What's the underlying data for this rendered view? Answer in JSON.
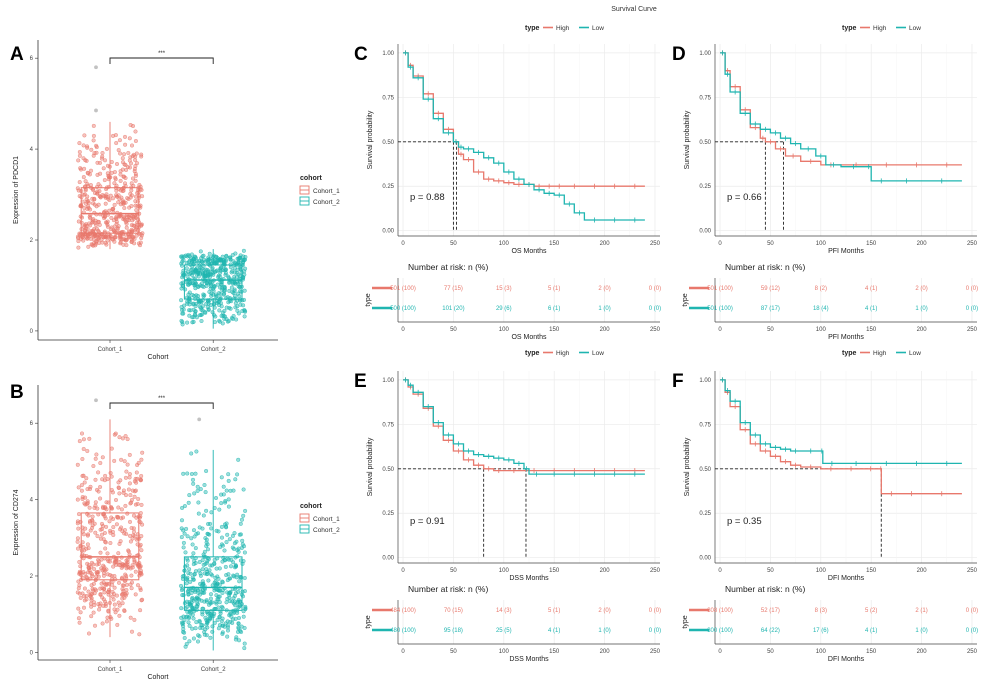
{
  "figure_title": "Survival Curve",
  "colors": {
    "high": "#e8786c",
    "low": "#1fb5b0",
    "cohort1": "#e8786c",
    "cohort2": "#1fb5b0",
    "grid": "#ebebeb",
    "axis": "#555555"
  },
  "chart_data": [
    {
      "id": "A",
      "type": "box",
      "letter": "A",
      "categories": [
        "Cohort_1",
        "Cohort_2"
      ],
      "xlabel": "Cohort",
      "ylabel": "Expression of PDCD1",
      "ylim": [
        -0.2,
        6.4
      ],
      "yticks": [
        0,
        2,
        4,
        6
      ],
      "significance": "***",
      "legend": {
        "title": "cohort",
        "items": [
          "Cohort_1",
          "Cohort_2"
        ]
      },
      "boxes": [
        {
          "category": "Cohort_1",
          "min": 1.8,
          "q1": 2.15,
          "median": 2.58,
          "q3": 3.15,
          "max": 4.6,
          "outliers": [
            4.85,
            5.8
          ]
        },
        {
          "category": "Cohort_2",
          "min": 0.05,
          "q1": 0.7,
          "median": 1.12,
          "q3": 1.45,
          "max": 1.8,
          "outliers": []
        }
      ]
    },
    {
      "id": "B",
      "type": "box",
      "letter": "B",
      "categories": [
        "Cohort_1",
        "Cohort_2"
      ],
      "xlabel": "Cohort",
      "ylabel": "Expression of CD274",
      "ylim": [
        -0.2,
        7.0
      ],
      "yticks": [
        0,
        2,
        4,
        6
      ],
      "significance": "***",
      "legend": {
        "title": "cohort",
        "items": [
          "Cohort_1",
          "Cohort_2"
        ]
      },
      "boxes": [
        {
          "category": "Cohort_1",
          "min": 0.4,
          "q1": 1.9,
          "median": 2.5,
          "q3": 3.65,
          "max": 6.1,
          "outliers": [
            6.6
          ]
        },
        {
          "category": "Cohort_2",
          "min": 0.05,
          "q1": 1.1,
          "median": 1.7,
          "q3": 2.5,
          "max": 5.3,
          "outliers": [
            6.1
          ]
        }
      ]
    },
    {
      "id": "C",
      "type": "line",
      "letter": "C",
      "legend": {
        "title": "type",
        "items": [
          "High",
          "Low"
        ]
      },
      "xlabel": "OS Months",
      "ylabel": "Survival probability",
      "xlim": [
        -5,
        255
      ],
      "ylim": [
        -0.03,
        1.05
      ],
      "xticks": [
        0,
        50,
        100,
        150,
        200,
        250
      ],
      "yticks": [
        0.0,
        0.25,
        0.5,
        0.75,
        1.0
      ],
      "pvalue": "p = 0.88",
      "median": [
        {
          "x": 50,
          "series": "High"
        },
        {
          "x": 53,
          "series": "Low"
        }
      ],
      "series": [
        {
          "name": "High",
          "x": [
            0,
            5,
            10,
            20,
            30,
            40,
            50,
            55,
            60,
            70,
            80,
            90,
            100,
            110,
            120,
            130,
            140,
            150,
            160,
            180,
            200,
            220,
            240
          ],
          "y": [
            1.0,
            0.93,
            0.87,
            0.77,
            0.66,
            0.57,
            0.5,
            0.43,
            0.4,
            0.33,
            0.29,
            0.28,
            0.27,
            0.26,
            0.26,
            0.25,
            0.25,
            0.25,
            0.25,
            0.25,
            0.25,
            0.25,
            0.25
          ]
        },
        {
          "name": "Low",
          "x": [
            0,
            5,
            10,
            20,
            30,
            40,
            50,
            55,
            60,
            70,
            80,
            90,
            100,
            110,
            120,
            130,
            140,
            150,
            160,
            170,
            180,
            200,
            220,
            240
          ],
          "y": [
            1.0,
            0.92,
            0.86,
            0.74,
            0.63,
            0.55,
            0.5,
            0.47,
            0.46,
            0.44,
            0.41,
            0.38,
            0.33,
            0.29,
            0.26,
            0.23,
            0.21,
            0.2,
            0.15,
            0.1,
            0.06,
            0.06,
            0.06,
            0.06
          ]
        }
      ],
      "risk_table": {
        "title": "Number at risk: n (%)",
        "row_label": "type",
        "xlabel": "OS Months",
        "times": [
          0,
          50,
          100,
          150,
          200,
          250
        ],
        "rows": [
          {
            "series": "High",
            "values": [
              "501 (100)",
              "77 (15)",
              "15 (3)",
              "5 (1)",
              "2 (0)",
              "0 (0)"
            ]
          },
          {
            "series": "Low",
            "values": [
              "500 (100)",
              "101 (20)",
              "29 (6)",
              "6 (1)",
              "1 (0)",
              "0 (0)"
            ]
          }
        ]
      }
    },
    {
      "id": "D",
      "type": "line",
      "letter": "D",
      "legend": {
        "title": "type",
        "items": [
          "High",
          "Low"
        ]
      },
      "xlabel": "PFI Months",
      "ylabel": "Survival probability",
      "xlim": [
        -5,
        255
      ],
      "ylim": [
        -0.03,
        1.05
      ],
      "xticks": [
        0,
        50,
        100,
        150,
        200,
        250
      ],
      "yticks": [
        0.0,
        0.25,
        0.5,
        0.75,
        1.0
      ],
      "pvalue": "p = 0.66",
      "median": [
        {
          "x": 45,
          "series": "High"
        },
        {
          "x": 63,
          "series": "Low"
        }
      ],
      "series": [
        {
          "name": "High",
          "x": [
            0,
            5,
            10,
            20,
            30,
            40,
            45,
            55,
            65,
            80,
            100,
            120,
            150,
            180,
            210,
            240
          ],
          "y": [
            1.0,
            0.9,
            0.81,
            0.68,
            0.58,
            0.52,
            0.5,
            0.46,
            0.42,
            0.39,
            0.37,
            0.37,
            0.37,
            0.37,
            0.37,
            0.37
          ]
        },
        {
          "name": "Low",
          "x": [
            0,
            5,
            10,
            20,
            30,
            40,
            50,
            60,
            70,
            80,
            95,
            105,
            120,
            145,
            150,
            170,
            200,
            240
          ],
          "y": [
            1.0,
            0.88,
            0.78,
            0.66,
            0.6,
            0.57,
            0.55,
            0.52,
            0.49,
            0.46,
            0.42,
            0.37,
            0.36,
            0.36,
            0.28,
            0.28,
            0.28,
            0.28
          ]
        }
      ],
      "risk_table": {
        "title": "Number at risk: n (%)",
        "row_label": "type",
        "xlabel": "PFI Months",
        "times": [
          0,
          50,
          100,
          150,
          200,
          250
        ],
        "rows": [
          {
            "series": "High",
            "values": [
              "501 (100)",
              "59 (12)",
              "8 (2)",
              "4 (1)",
              "2 (0)",
              "0 (0)"
            ]
          },
          {
            "series": "Low",
            "values": [
              "501 (100)",
              "87 (17)",
              "18 (4)",
              "4 (1)",
              "1 (0)",
              "0 (0)"
            ]
          }
        ]
      }
    },
    {
      "id": "E",
      "type": "line",
      "letter": "E",
      "legend": {
        "title": "type",
        "items": [
          "High",
          "Low"
        ]
      },
      "xlabel": "DSS Months",
      "ylabel": "Survival probability",
      "xlim": [
        -5,
        255
      ],
      "ylim": [
        -0.03,
        1.05
      ],
      "xticks": [
        0,
        50,
        100,
        150,
        200,
        250
      ],
      "yticks": [
        0.0,
        0.25,
        0.5,
        0.75,
        1.0
      ],
      "pvalue": "p = 0.91",
      "median": [
        {
          "x": 80,
          "series": "High"
        },
        {
          "x": 122,
          "series": "Low"
        }
      ],
      "series": [
        {
          "name": "High",
          "x": [
            0,
            5,
            10,
            20,
            30,
            40,
            50,
            60,
            70,
            80,
            90,
            100,
            120,
            140,
            160,
            180,
            200,
            220,
            240
          ],
          "y": [
            1.0,
            0.96,
            0.92,
            0.84,
            0.74,
            0.66,
            0.6,
            0.55,
            0.52,
            0.5,
            0.49,
            0.49,
            0.49,
            0.49,
            0.49,
            0.49,
            0.49,
            0.49,
            0.49
          ]
        },
        {
          "name": "Low",
          "x": [
            0,
            5,
            10,
            20,
            30,
            40,
            50,
            60,
            70,
            80,
            90,
            100,
            110,
            120,
            125,
            140,
            160,
            180,
            200,
            220,
            240
          ],
          "y": [
            1.0,
            0.97,
            0.93,
            0.85,
            0.76,
            0.69,
            0.64,
            0.6,
            0.58,
            0.57,
            0.56,
            0.55,
            0.53,
            0.5,
            0.47,
            0.47,
            0.47,
            0.47,
            0.47,
            0.47,
            0.47
          ]
        }
      ],
      "risk_table": {
        "title": "Number at risk: n (%)",
        "row_label": "type",
        "xlabel": "DSS Months",
        "times": [
          0,
          50,
          100,
          150,
          200,
          250
        ],
        "rows": [
          {
            "series": "High",
            "values": [
              "484 (100)",
              "70 (15)",
              "14 (3)",
              "5 (1)",
              "2 (0)",
              "0 (0)"
            ]
          },
          {
            "series": "Low",
            "values": [
              "480 (100)",
              "95 (18)",
              "25 (5)",
              "4 (1)",
              "1 (0)",
              "0 (0)"
            ]
          }
        ]
      }
    },
    {
      "id": "F",
      "type": "line",
      "letter": "F",
      "legend": {
        "title": "type",
        "items": [
          "High",
          "Low"
        ]
      },
      "xlabel": "DFI Months",
      "ylabel": "Survival probability",
      "xlim": [
        -5,
        255
      ],
      "ylim": [
        -0.03,
        1.05
      ],
      "xticks": [
        0,
        50,
        100,
        150,
        200,
        250
      ],
      "yticks": [
        0.0,
        0.25,
        0.5,
        0.75,
        1.0
      ],
      "pvalue": "p = 0.35",
      "median": [
        {
          "x": 160,
          "series": "High"
        }
      ],
      "series": [
        {
          "name": "High",
          "x": [
            0,
            5,
            10,
            20,
            30,
            40,
            50,
            60,
            70,
            80,
            100,
            120,
            140,
            159,
            160,
            180,
            200,
            240
          ],
          "y": [
            1.0,
            0.93,
            0.85,
            0.72,
            0.64,
            0.6,
            0.57,
            0.54,
            0.52,
            0.51,
            0.5,
            0.5,
            0.5,
            0.5,
            0.36,
            0.36,
            0.36,
            0.36
          ]
        },
        {
          "name": "Low",
          "x": [
            0,
            5,
            10,
            20,
            30,
            40,
            50,
            60,
            70,
            80,
            100,
            102,
            120,
            150,
            180,
            210,
            240
          ],
          "y": [
            1.0,
            0.94,
            0.88,
            0.76,
            0.69,
            0.64,
            0.62,
            0.61,
            0.6,
            0.6,
            0.6,
            0.53,
            0.53,
            0.53,
            0.53,
            0.53,
            0.53
          ]
        }
      ],
      "risk_table": {
        "title": "Number at risk: n (%)",
        "row_label": "type",
        "xlabel": "DFI Months",
        "times": [
          0,
          50,
          100,
          150,
          200,
          250
        ],
        "rows": [
          {
            "series": "High",
            "values": [
              "308 (100)",
              "52 (17)",
              "8 (3)",
              "5 (2)",
              "2 (1)",
              "0 (0)"
            ]
          },
          {
            "series": "Low",
            "values": [
              "300 (100)",
              "64 (22)",
              "17 (6)",
              "4 (1)",
              "1 (0)",
              "0 (0)"
            ]
          }
        ]
      }
    }
  ]
}
